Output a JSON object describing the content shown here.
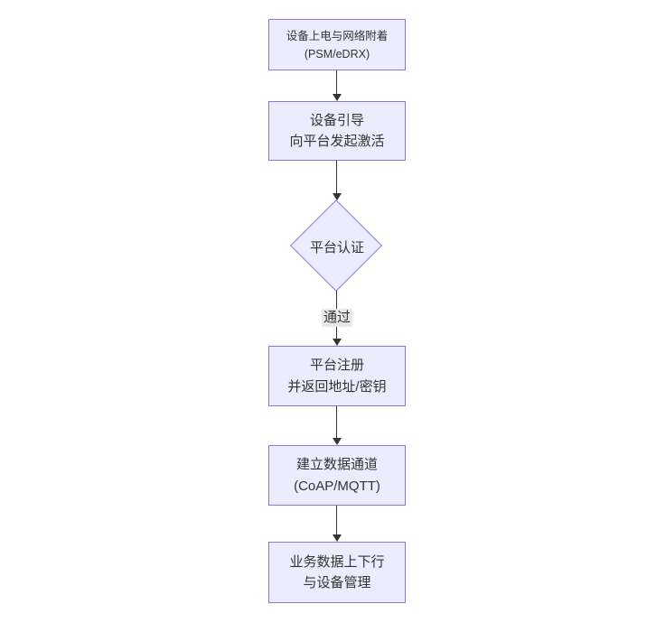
{
  "flowchart": {
    "style": {
      "node_fill": "#ECECFF",
      "node_border": "#9370DB",
      "text_color": "#333333",
      "edge_color": "#333333",
      "edge_label_bg": "#e8e8e8",
      "background": "#ffffff"
    },
    "nodes": [
      {
        "name": "power-on",
        "shape": "rect",
        "line1": "设备上电与网络附着",
        "line2": "(PSM/eDRX)"
      },
      {
        "name": "bootstrap",
        "shape": "rect",
        "line1": "设备引导",
        "line2": "向平台发起激活"
      },
      {
        "name": "platform-auth",
        "shape": "diamond",
        "line1": "平台认证",
        "line2": ""
      },
      {
        "name": "platform-register",
        "shape": "rect",
        "line1": "平台注册",
        "line2": "并返回地址/密钥"
      },
      {
        "name": "data-channel",
        "shape": "rect",
        "line1": "建立数据通道",
        "line2": "(CoAP/MQTT)"
      },
      {
        "name": "business-data",
        "shape": "rect",
        "line1": "业务数据上下行",
        "line2": "与设备管理"
      }
    ],
    "edge_label": "通过"
  }
}
